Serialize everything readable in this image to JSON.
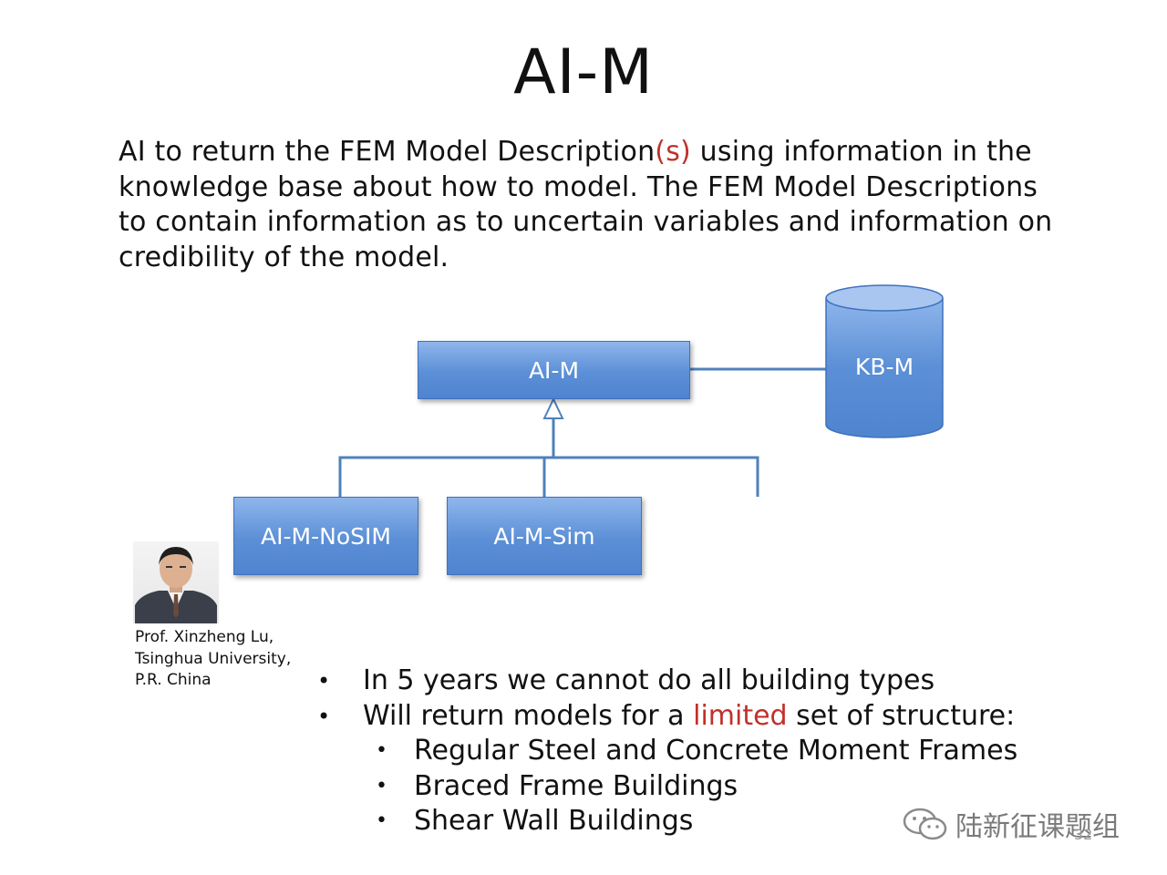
{
  "slide": {
    "title": "AI-M",
    "intro": {
      "part1": "AI to return the FEM Model Description",
      "highlight": "(s)",
      "part2": " using information in the knowledge base about how to model. The FEM Model Descriptions to contain information as to uncertain variables and information on credibility of the model."
    }
  },
  "diagram": {
    "root": "AI-M",
    "knowledge_base": "KB-M",
    "children": [
      "AI-M-NoSIM",
      "AI-M-Sim"
    ],
    "colors": {
      "box_fill": "#5b8fd6",
      "connector": "#4f81bd",
      "highlight_text": "#c0312b"
    }
  },
  "presenter": {
    "photo_icon": "presenter-photo",
    "caption_lines": [
      "Prof. Xinzheng Lu,",
      "Tsinghua University,",
      "P.R. China"
    ]
  },
  "bullets": {
    "marker": "•",
    "b1": "In 5 years we cannot do all building types",
    "b2_part1": "Will return models for a ",
    "b2_highlight": "limited",
    "b2_part2": " set of structure:",
    "sub": [
      "Regular Steel and Concrete Moment Frames",
      "Braced Frame Buildings",
      "Shear Wall Buildings"
    ]
  },
  "watermark": {
    "icon": "wechat-icon",
    "text": "陆新征课题组"
  },
  "page_number": "32"
}
